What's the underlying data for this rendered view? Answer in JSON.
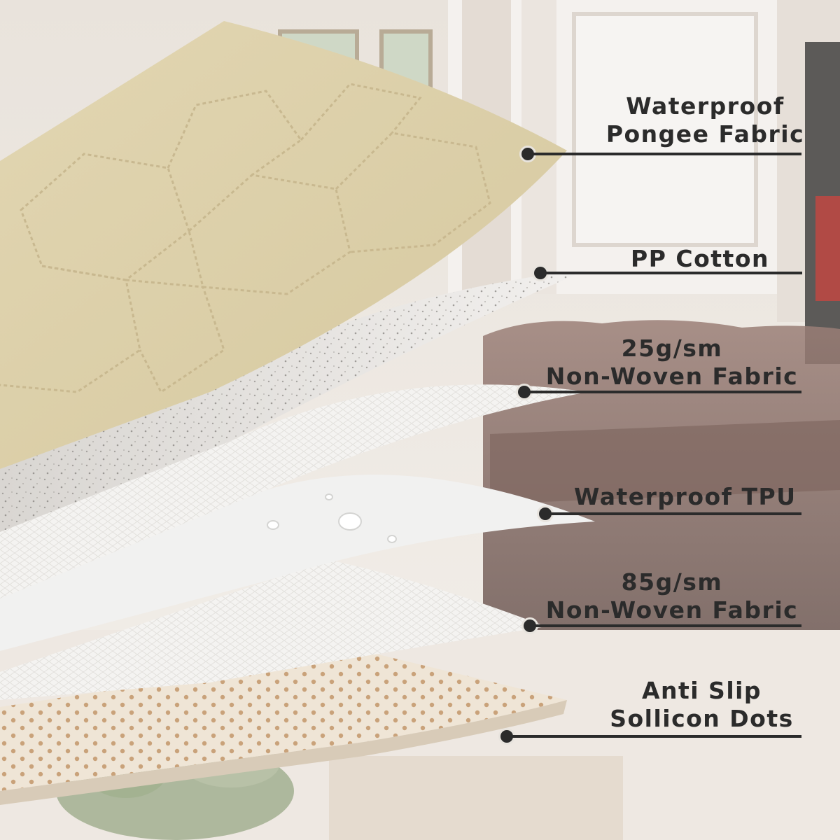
{
  "layers": [
    {
      "id": "pongee",
      "lines": [
        "Waterproof",
        "Pongee Fabric"
      ]
    },
    {
      "id": "pp-cotton",
      "lines": [
        "PP Cotton"
      ]
    },
    {
      "id": "nonwoven-25",
      "lines": [
        "25g/sm",
        "Non-Woven Fabric"
      ]
    },
    {
      "id": "tpu",
      "lines": [
        "Waterproof TPU"
      ]
    },
    {
      "id": "nonwoven-85",
      "lines": [
        "85g/sm",
        "Non-Woven Fabric"
      ]
    },
    {
      "id": "anti-slip",
      "lines": [
        "Anti Slip",
        "Sollicon Dots"
      ]
    }
  ],
  "colors": {
    "pongee": "#dccfa8",
    "pp_cotton": "#e6e3de",
    "white_layer": "#f3f2f0",
    "backing": "#eee3d2",
    "dots": "#c9a27a",
    "text": "#2b2b2b",
    "sofa": "#8a6e66"
  }
}
